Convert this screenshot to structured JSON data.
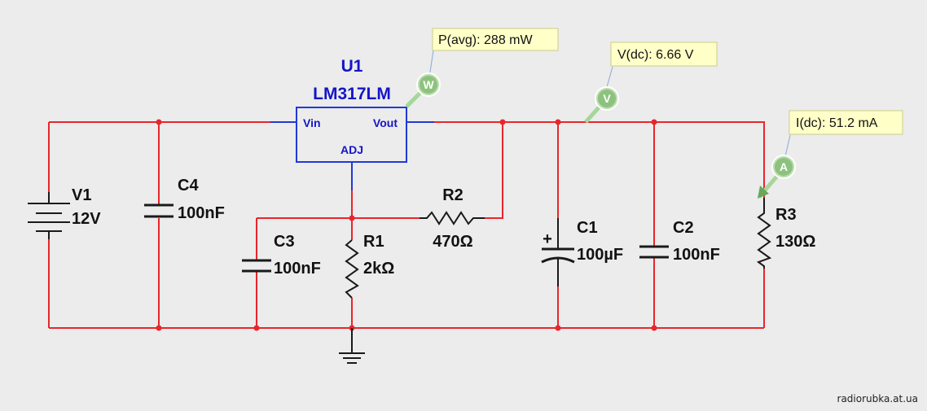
{
  "regulator": {
    "ref": "U1",
    "part": "LM317LM",
    "pin_in": "Vin",
    "pin_out": "Vout",
    "pin_adj": "ADJ"
  },
  "components": {
    "v1": {
      "ref": "V1",
      "value": "12V"
    },
    "c4": {
      "ref": "C4",
      "value": "100nF"
    },
    "c3": {
      "ref": "C3",
      "value": "100nF"
    },
    "r1": {
      "ref": "R1",
      "value": "2kΩ"
    },
    "r2": {
      "ref": "R2",
      "value": "470Ω"
    },
    "c1": {
      "ref": "C1",
      "value": "100µF",
      "polarity": "+"
    },
    "c2": {
      "ref": "C2",
      "value": "100nF"
    },
    "r3": {
      "ref": "R3",
      "value": "130Ω"
    }
  },
  "probes": {
    "power": {
      "letter": "W",
      "reading": "P(avg): 288 mW"
    },
    "voltage": {
      "letter": "V",
      "reading": "V(dc): 6.66 V"
    },
    "current": {
      "letter": "A",
      "reading": "I(dc): 51.2 mA"
    }
  },
  "watermark": "radiorubka.at.ua",
  "colors": {
    "wire": "#e8262c",
    "pin_wire": "#1f3ad6",
    "component": "#1a1a1a",
    "label_box": "#ffffc8",
    "probe_fill": "#bcdcb0"
  }
}
